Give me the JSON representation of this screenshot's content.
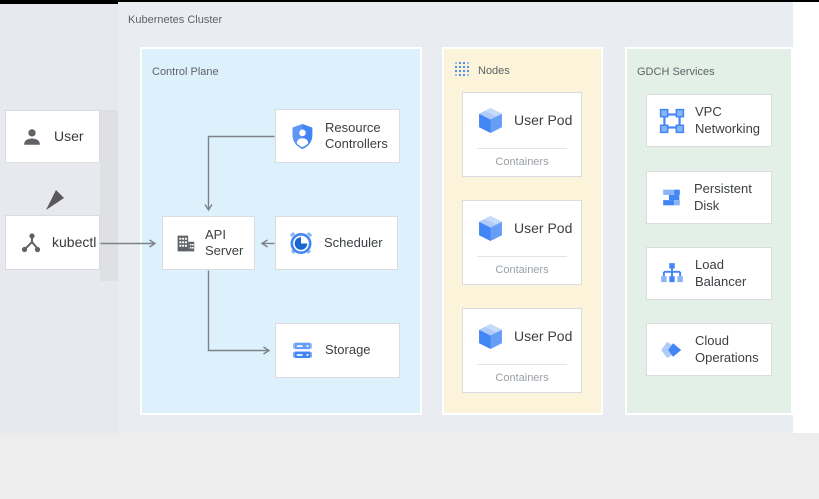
{
  "cluster": {
    "label": "Kubernetes Cluster"
  },
  "actors": {
    "user": {
      "label": "User",
      "icon": "person-icon"
    },
    "kubectl": {
      "label": "kubectl",
      "icon": "kubectl-icon"
    }
  },
  "control_plane": {
    "label": "Control Plane",
    "resource_controllers": {
      "label": "Resource Controllers",
      "icon": "shield-person-icon"
    },
    "api_server": {
      "label": "API Server",
      "icon": "building-grid-icon"
    },
    "scheduler": {
      "label": "Scheduler",
      "icon": "clock-icon"
    },
    "storage": {
      "label": "Storage",
      "icon": "stacked-disks-icon"
    }
  },
  "nodes": {
    "label": "Nodes",
    "icon": "dotted-grid-icon",
    "pods": [
      {
        "label": "User Pod",
        "sublabel": "Containers",
        "icon": "cube-icon"
      },
      {
        "label": "User Pod",
        "sublabel": "Containers",
        "icon": "cube-icon"
      },
      {
        "label": "User Pod",
        "sublabel": "Containers",
        "icon": "cube-icon"
      }
    ]
  },
  "gdch": {
    "label": "GDCH Services",
    "services": [
      {
        "label": "VPC Networking",
        "icon": "vpc-network-icon"
      },
      {
        "label": "Persistent Disk",
        "icon": "persistent-disk-icon"
      },
      {
        "label": "Load Balancer",
        "icon": "load-balancer-icon"
      },
      {
        "label": "Cloud Operations",
        "icon": "cloud-operations-icon"
      }
    ]
  },
  "connections": [
    {
      "from": "User",
      "to": "kubectl",
      "style": "thick-dark-arrow"
    },
    {
      "from": "kubectl",
      "to": "API Server"
    },
    {
      "from": "Resource Controllers",
      "to": "API Server"
    },
    {
      "from": "Scheduler",
      "to": "API Server"
    },
    {
      "from": "API Server",
      "to": "Storage"
    }
  ],
  "colors": {
    "accent_blue": "#4285f4",
    "light_blue": "#8ab4f8",
    "pale_blue": "#aecbfa",
    "panel_control_plane": "#ddf1fd",
    "panel_nodes": "#fbf3da",
    "panel_gdch": "#e2f0e8",
    "cluster_background": "#e9edf1",
    "left_column_background": "#e8e9ee",
    "bottom_band_background": "#ededee",
    "connector_gray": "#7d8287",
    "thick_arrow_gray": "#58585b",
    "label_gray": "#5f6368",
    "card_border": "#dadce0"
  }
}
